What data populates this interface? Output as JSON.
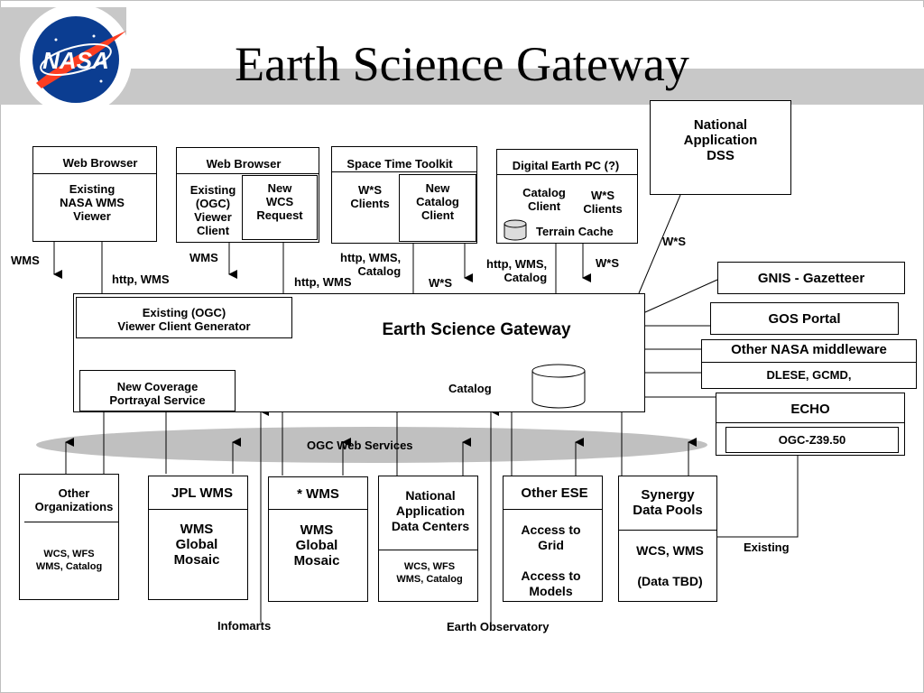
{
  "title": "Earth Science Gateway",
  "logo_text": "NASA",
  "colors": {
    "header_band": "#c8c8c8",
    "ogc_ellipse": "#c0c0c0",
    "logo_blue": "#0b3d91",
    "logo_red": "#fc3d21"
  },
  "clients": {
    "web_browser_1": {
      "title": "Web Browser",
      "body": "Existing\nNASA WMS\nViewer"
    },
    "web_browser_2": {
      "title": "Web Browser",
      "body": "Existing\n(OGC)\nViewer\nClient",
      "sub": "New\nWCS\nRequest"
    },
    "space_time": {
      "title": "Space Time Toolkit",
      "body": "W*S\nClients",
      "sub": "New\nCatalog\nClient"
    },
    "digital_earth": {
      "title": "Digital Earth PC (?)",
      "catalog": "Catalog\nClient",
      "ws": "W*S\nClients",
      "cache": "Terrain Cache"
    },
    "national_dss": {
      "body": "National\nApplication\nDSS"
    }
  },
  "links_top": {
    "wms_1": "WMS",
    "http_wms_1": "http, WMS",
    "wms_2": "WMS",
    "http_wms_2": "http, WMS",
    "http_wms_catalog_1": "http, WMS,\nCatalog",
    "ws_1": "W*S",
    "http_wms_catalog_2": "http, WMS,\nCatalog",
    "ws_2": "W*S",
    "ws_3": "W*S"
  },
  "gateway": {
    "title": "Earth Science Gateway",
    "viewer_generator": "Existing (OGC)\nViewer Client Generator",
    "coverage_service": "New Coverage\nPortrayal Service",
    "catalog": "Catalog"
  },
  "right_services": {
    "gnis": "GNIS - Gazetteer",
    "gos": "GOS Portal",
    "other_middleware": "Other NASA middleware",
    "dlese": "DLESE, GCMD,",
    "echo": "ECHO",
    "ogc_z3950": "OGC-Z39.50"
  },
  "ogc_web_services": "OGC Web Services",
  "providers": [
    {
      "title": "Other\nOrganizations",
      "body": "WCS, WFS\nWMS, Catalog"
    },
    {
      "title": "JPL WMS",
      "body": "WMS\nGlobal\nMosaic"
    },
    {
      "title": "* WMS",
      "body": "WMS\nGlobal\nMosaic"
    },
    {
      "title": "National\nApplication\nData Centers",
      "body": "WCS, WFS\nWMS, Catalog"
    },
    {
      "title": "Other ESE",
      "body": "Access to\nGrid\n\nAccess to\nModels"
    },
    {
      "title": "Synergy\nData Pools",
      "body": "WCS, WMS\n\n(Data TBD)"
    }
  ],
  "bottom_labels": {
    "infomarts": "Infomarts",
    "earth_observatory": "Earth Observatory",
    "existing": "Existing"
  }
}
